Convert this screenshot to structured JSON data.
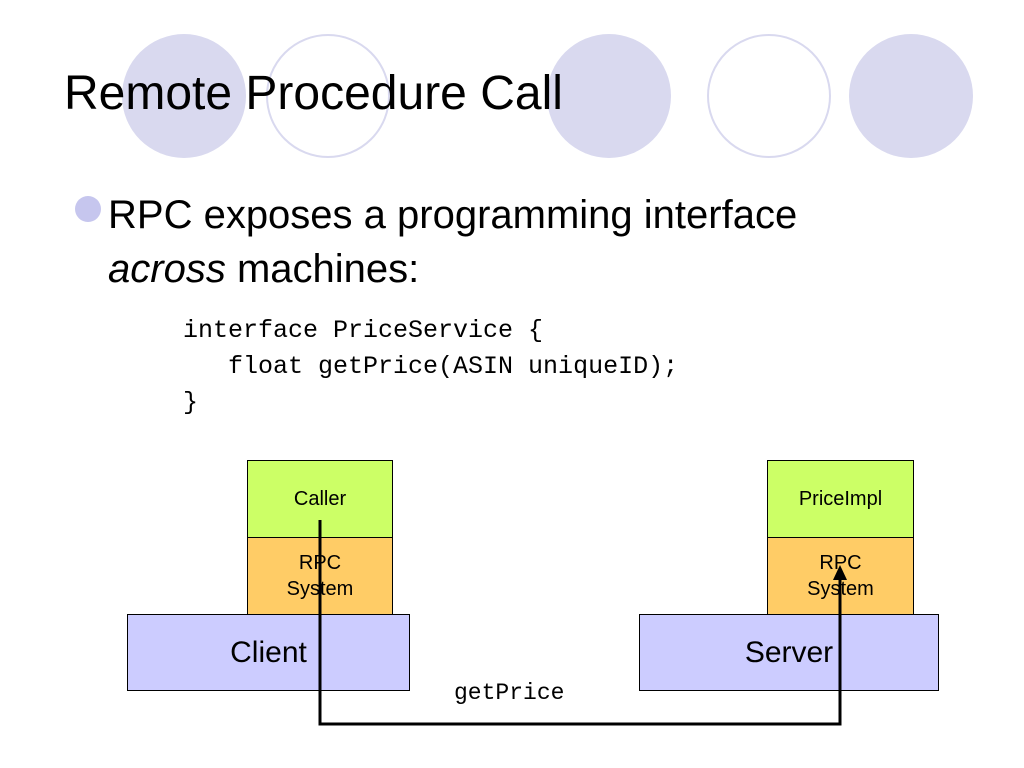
{
  "title": "Remote Procedure Call",
  "bullet": {
    "text_before": "RPC exposes a programming interface",
    "emphasis": "across",
    "text_after": "machines:"
  },
  "code": {
    "line1": "interface PriceService {",
    "line2": "   float getPrice(ASIN uniqueID);",
    "line3": "}"
  },
  "diagram": {
    "client": {
      "app_label": "Caller",
      "rpc_label_line1": "RPC",
      "rpc_label_line2": "System",
      "machine_label": "Client"
    },
    "server": {
      "app_label": "PriceImpl",
      "rpc_label_line1": "RPC",
      "rpc_label_line2": "System",
      "machine_label": "Server"
    },
    "call_label": "getPrice"
  },
  "colors": {
    "decor_circle": "#d9d9ef",
    "bullet": "#c6c6ee",
    "application_layer": "#ccff66",
    "rpc_layer": "#ffcc66",
    "machine_layer": "#ccccff"
  }
}
